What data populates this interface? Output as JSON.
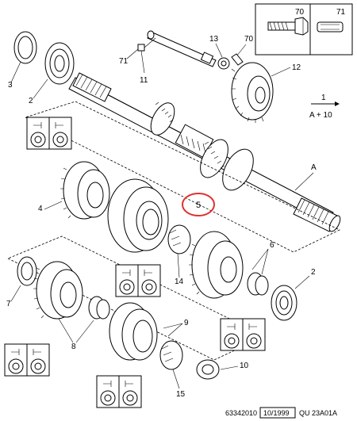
{
  "callouts": {
    "c1": "1",
    "c2a": "2",
    "c2b": "2",
    "c3": "3",
    "c4": "4",
    "c5": "5",
    "c6": "6",
    "c7": "7",
    "c8": "8",
    "c9": "9",
    "c10": "10",
    "c11": "11",
    "c12": "12",
    "c13": "13",
    "c14": "14",
    "c15": "15",
    "c70a": "70",
    "c70b": "70",
    "c71a": "71",
    "c71b": "71",
    "cA": "A"
  },
  "note": "A + 10",
  "footer": {
    "ref": "63342010",
    "date": "10/1999",
    "code": "QU 23A01A"
  },
  "colors": {
    "ink": "#000000",
    "highlight_circle": "#e0312f",
    "background": "#ffffff"
  }
}
